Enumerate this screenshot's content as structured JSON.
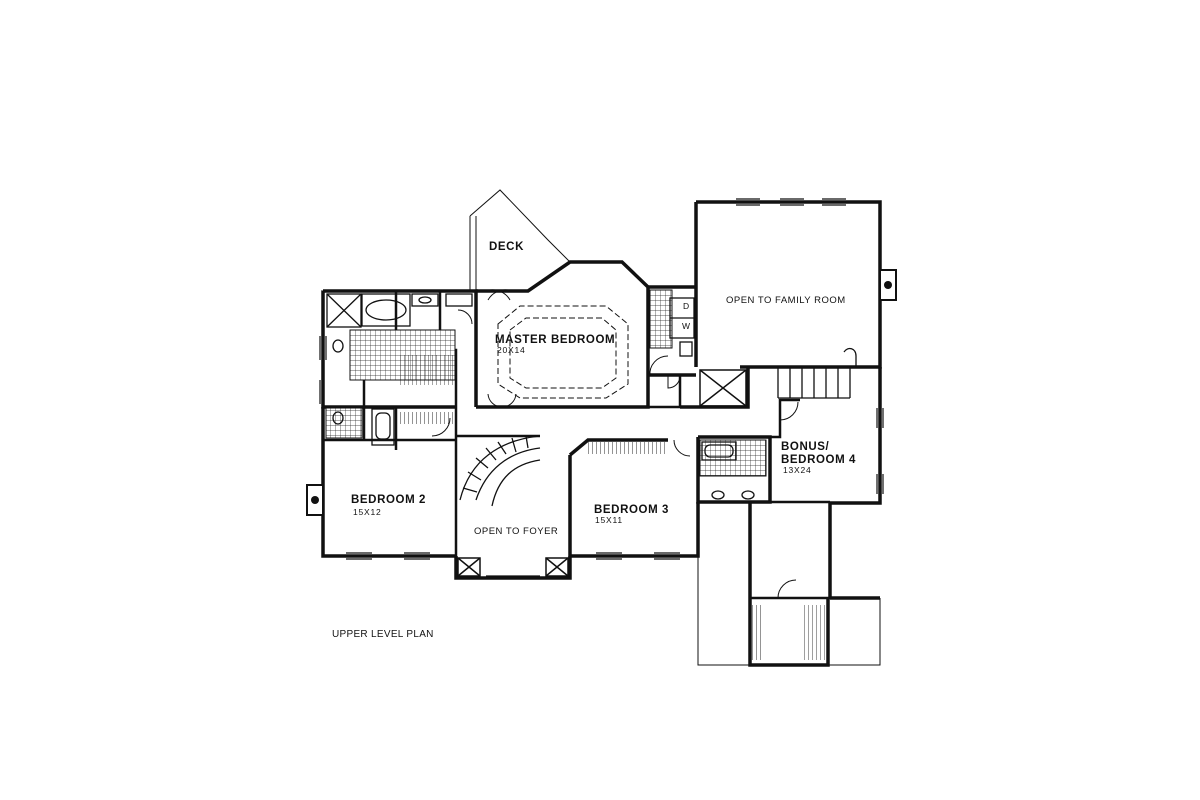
{
  "title": "UPPER LEVEL PLAN",
  "rooms": {
    "deck": {
      "name": "DECK"
    },
    "master": {
      "name": "MASTER BEDROOM",
      "size": "20X14"
    },
    "family": {
      "name": "OPEN TO FAMILY ROOM"
    },
    "bed2": {
      "name": "BEDROOM 2",
      "size": "15X12"
    },
    "foyer": {
      "name": "OPEN TO FOYER"
    },
    "bed3": {
      "name": "BEDROOM 3",
      "size": "15X11"
    },
    "bonus": {
      "name_line1": "BONUS/",
      "name_line2": "BEDROOM 4",
      "size": "13X24"
    }
  },
  "appliance": {
    "d": "D",
    "w": "W"
  },
  "colors": {
    "wall": "#111111",
    "background": "#ffffff"
  }
}
